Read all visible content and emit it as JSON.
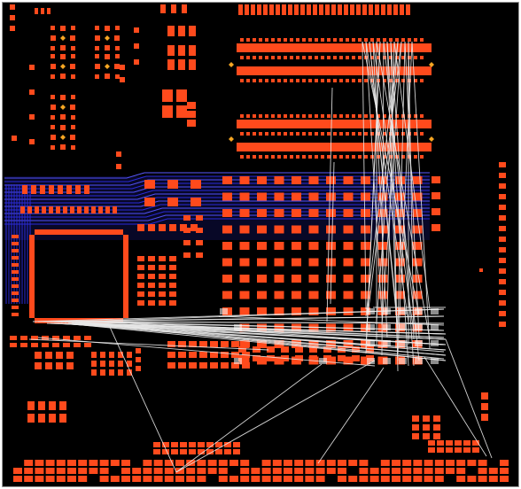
{
  "view": {
    "type": "pcb-layout",
    "colors": {
      "background": "#000000",
      "frame": "#9a9a9a",
      "copper_pad": "#ff4a1c",
      "inner_layer_trace": "#2a2ad8",
      "inner_layer_trace_light": "#5a5aff",
      "ratsnest": "#e8e8e8",
      "via": "#f5a623"
    },
    "layers": [
      "top-copper-pads",
      "inner-layer-traces",
      "ratsnest-connections",
      "vias"
    ],
    "components": [
      "qfp-package",
      "bga-array",
      "sodimm-connector-upper",
      "sodimm-connector-lower",
      "edge-connector-row"
    ],
    "icons": {
      "via": "diamond",
      "pad": "rectangle",
      "ratsnest": "line"
    }
  }
}
